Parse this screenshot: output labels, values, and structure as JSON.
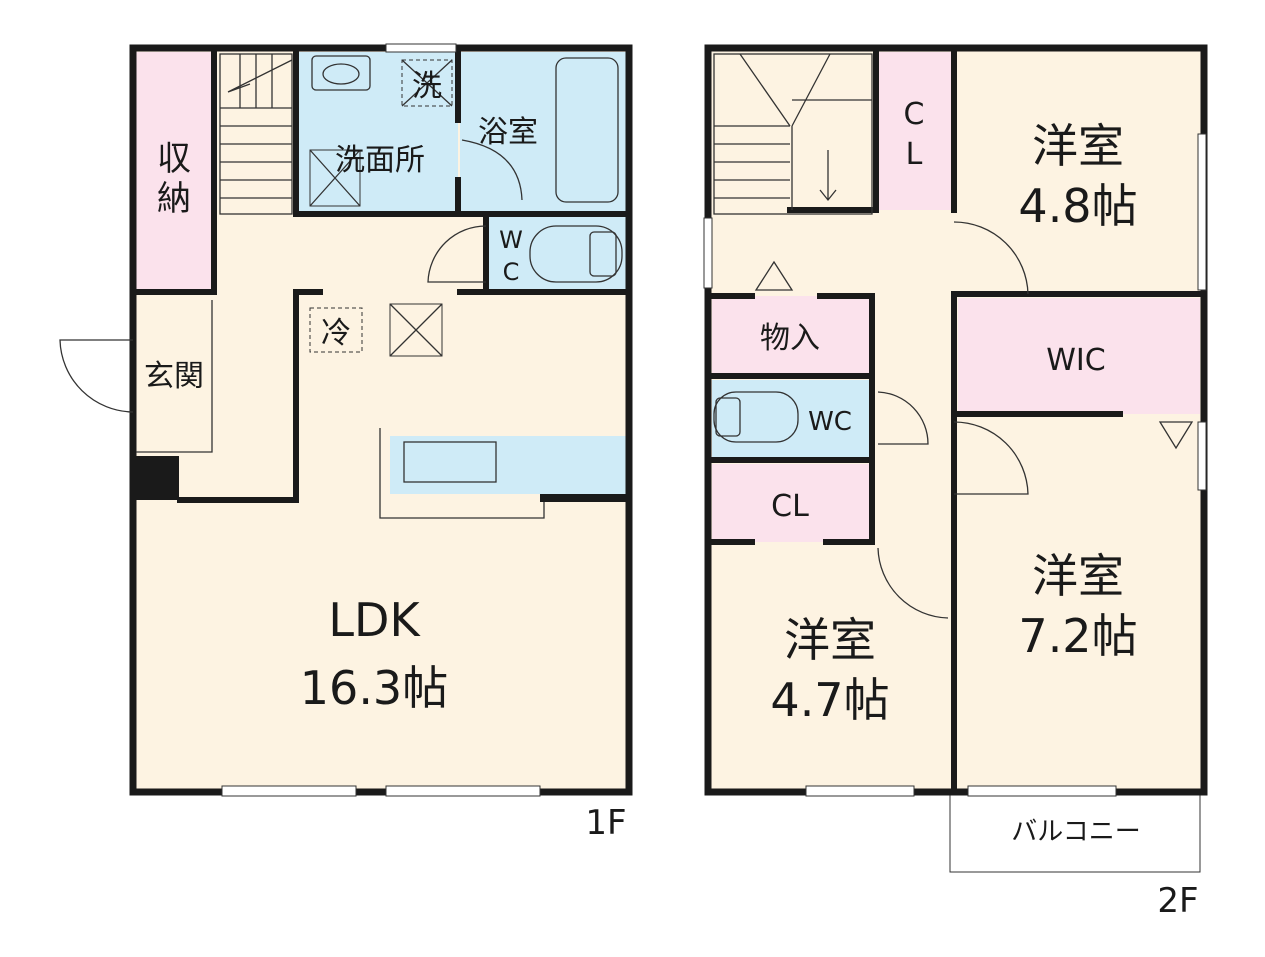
{
  "colors": {
    "wall": "#1a1a1a",
    "living": "#fdf3e2",
    "water": "#cfebf7",
    "storage": "#fbe2ec",
    "balcony": "#ffffff"
  },
  "floor1": {
    "floor_label": "1F",
    "rooms": {
      "storage": "収\n納",
      "entrance": "玄関",
      "washroom": "洗面所",
      "washer": "洗",
      "bath": "浴室",
      "wc": "W\nC",
      "fridge": "冷",
      "ldk_name": "LDK",
      "ldk_size": "16.3帖"
    }
  },
  "floor2": {
    "floor_label": "2F",
    "rooms": {
      "cl_top": "C\nL",
      "room_a_name": "洋室",
      "room_a_size": "4.8帖",
      "storeroom": "物入",
      "wc": "WC",
      "wic": "WIC",
      "cl_mid": "CL",
      "room_b_name": "洋室",
      "room_b_size": "7.2帖",
      "room_c_name": "洋室",
      "room_c_size": "4.7帖",
      "balcony": "バルコニー"
    }
  }
}
